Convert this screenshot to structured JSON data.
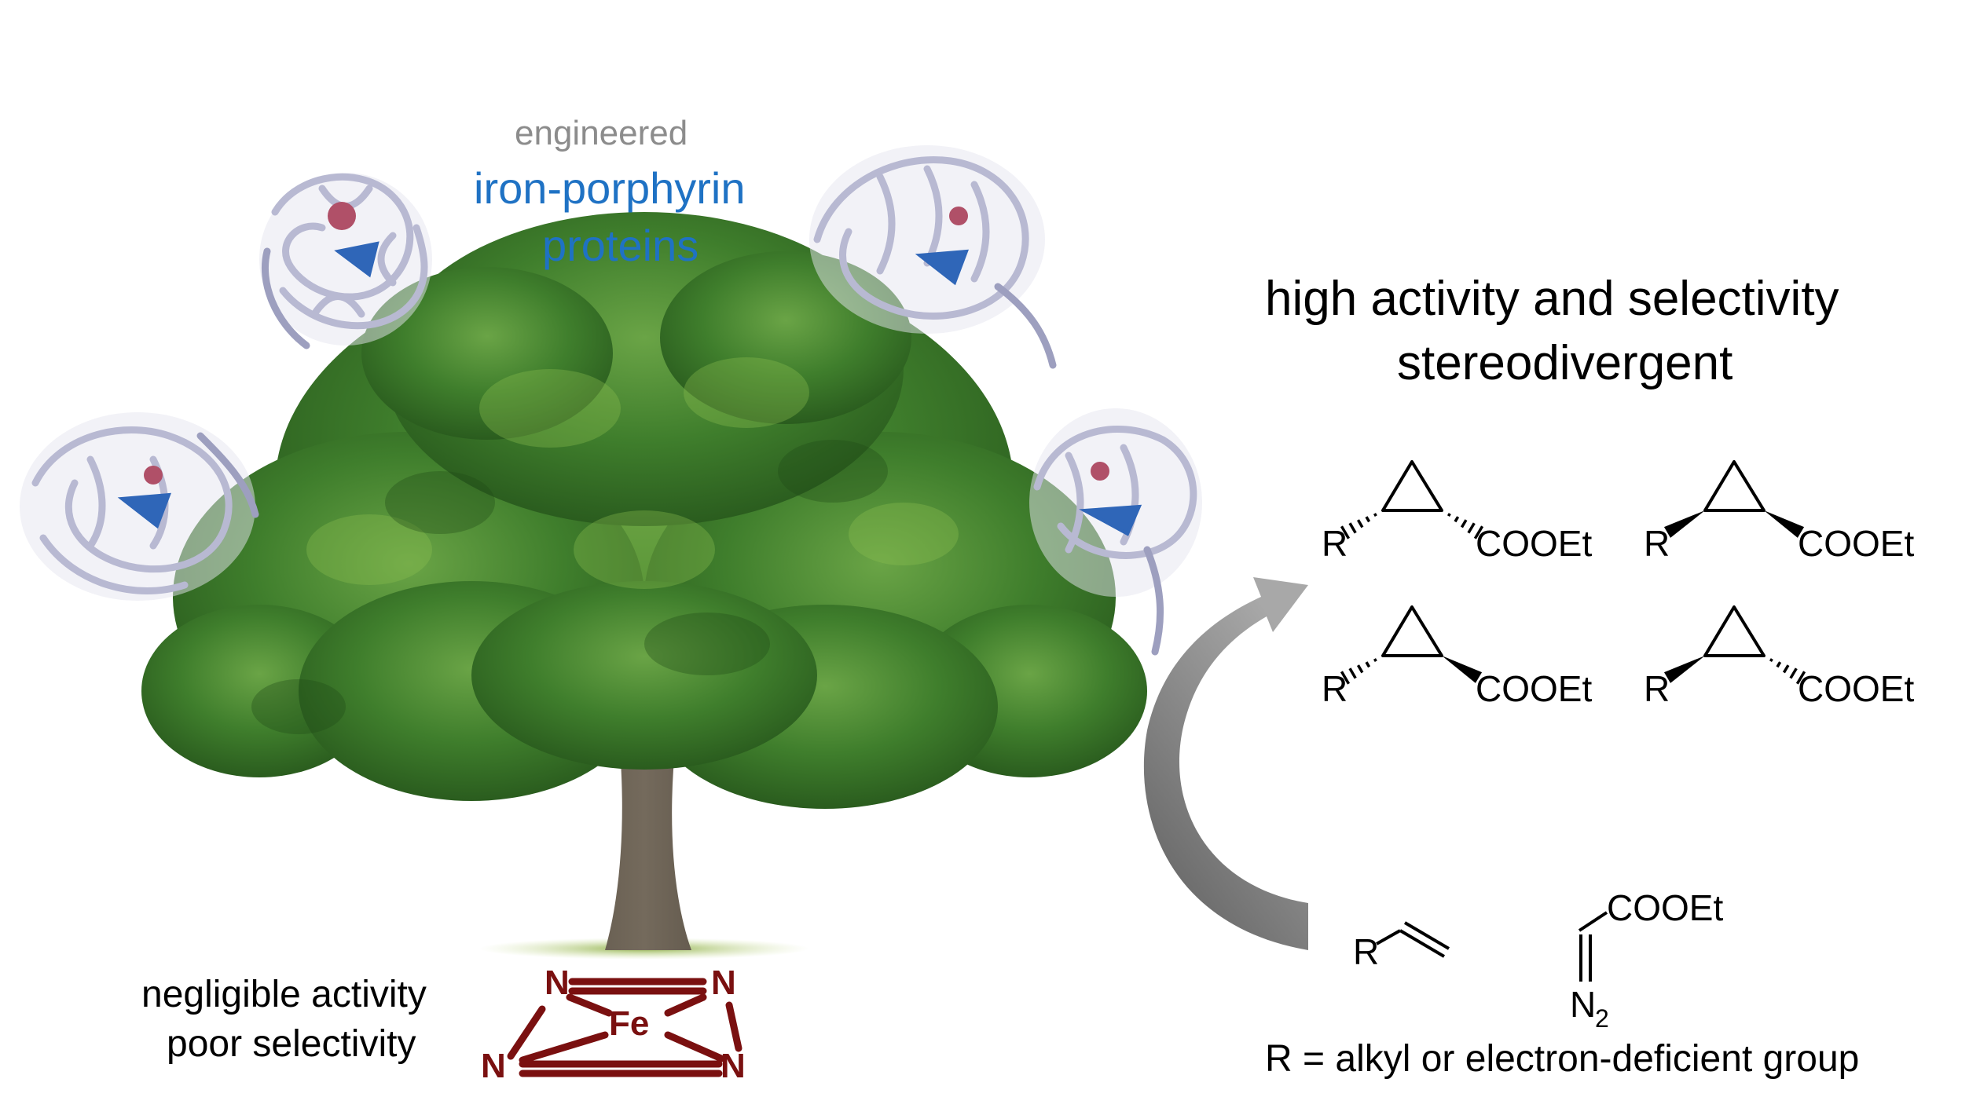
{
  "labels": {
    "engineered": "engineered",
    "protein_line1": "iron-porphyrin",
    "protein_line2": "proteins",
    "headline_line1": "high activity and selectivity",
    "headline_line2": "stereodivergent",
    "negligible_line1": "negligible activity",
    "negligible_line2": "poor selectivity",
    "r_definition": "R = alkyl or electron-deficient group"
  },
  "fe_core": {
    "metal": "Fe",
    "ligand_atom": "N"
  },
  "products": [
    {
      "r": "R",
      "ester": "COOEt",
      "left_bond": "hashed",
      "right_bond": "hashed"
    },
    {
      "r": "R",
      "ester": "COOEt",
      "left_bond": "wedge",
      "right_bond": "wedge"
    },
    {
      "r": "R",
      "ester": "COOEt",
      "left_bond": "hashed",
      "right_bond": "wedge"
    },
    {
      "r": "R",
      "ester": "COOEt",
      "left_bond": "wedge",
      "right_bond": "hashed"
    }
  ],
  "reagents": {
    "olefin_r": "R",
    "diazo_ester": "COOEt",
    "diazo_n": "N",
    "diazo_n_sub": "2"
  },
  "colors": {
    "engineered_text": "#8c8c8c",
    "protein_text": "#1f72c4",
    "fe_core": "#7a1010",
    "foliage": "#3f7e2c",
    "trunk": "#5b5247",
    "protein_ribbon": "#b8b9d2",
    "heme": "#2f66b8",
    "arrow": "#8a8a8a"
  },
  "icons": {
    "tree": "oak-tree-illustration",
    "protein": "protein-ribbon-structure",
    "arrow": "curved-reaction-arrow"
  }
}
